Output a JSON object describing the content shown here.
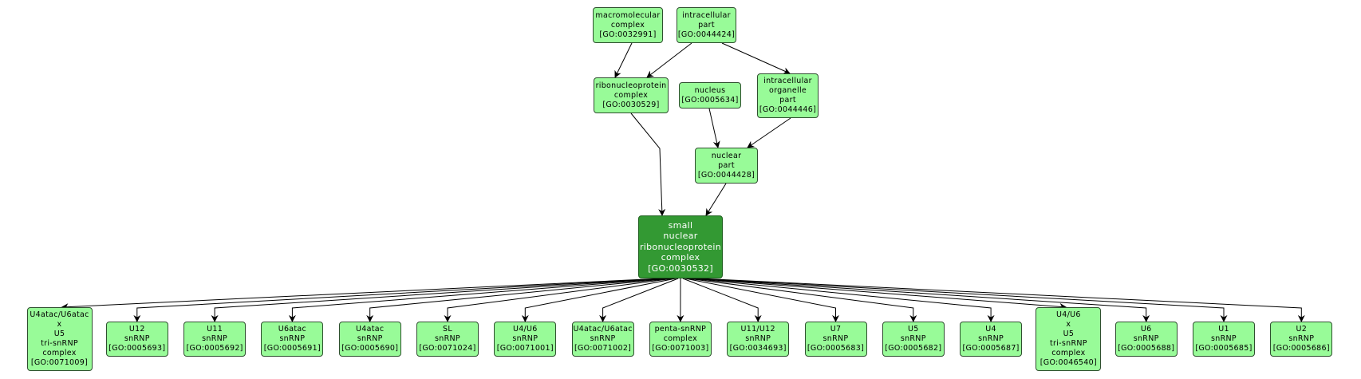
{
  "diagram": {
    "type": "GO term hierarchy",
    "colors": {
      "node_fill": "#98fb98",
      "focus_fill": "#339933",
      "edge": "#000000"
    },
    "nodes": [
      {
        "id": "GO:0032991",
        "lines": [
          "macromolecular",
          "complex",
          "[GO:0032991]"
        ],
        "focus": false
      },
      {
        "id": "GO:0044424",
        "lines": [
          "intracellular",
          "part",
          "[GO:0044424]"
        ],
        "focus": false
      },
      {
        "id": "GO:0030529",
        "lines": [
          "ribonucleoprotein",
          "complex",
          "[GO:0030529]"
        ],
        "focus": false
      },
      {
        "id": "GO:0005634",
        "lines": [
          "nucleus",
          "[GO:0005634]"
        ],
        "focus": false
      },
      {
        "id": "GO:0044446",
        "lines": [
          "intracellular",
          "organelle",
          "part",
          "[GO:0044446]"
        ],
        "focus": false
      },
      {
        "id": "GO:0044428",
        "lines": [
          "nuclear",
          "part",
          "[GO:0044428]"
        ],
        "focus": false
      },
      {
        "id": "GO:0030532",
        "lines": [
          "small",
          "nuclear",
          "ribonucleoprotein",
          "complex",
          "[GO:0030532]"
        ],
        "focus": true
      },
      {
        "id": "GO:0071009",
        "lines": [
          "U4atac/U6atac",
          "x",
          "U5",
          "tri-snRNP",
          "complex",
          "[GO:0071009]"
        ],
        "focus": false
      },
      {
        "id": "GO:0005693",
        "lines": [
          "U12",
          "snRNP",
          "[GO:0005693]"
        ],
        "focus": false
      },
      {
        "id": "GO:0005692",
        "lines": [
          "U11",
          "snRNP",
          "[GO:0005692]"
        ],
        "focus": false
      },
      {
        "id": "GO:0005691",
        "lines": [
          "U6atac",
          "snRNP",
          "[GO:0005691]"
        ],
        "focus": false
      },
      {
        "id": "GO:0005690",
        "lines": [
          "U4atac",
          "snRNP",
          "[GO:0005690]"
        ],
        "focus": false
      },
      {
        "id": "GO:0071024",
        "lines": [
          "SL",
          "snRNP",
          "[GO:0071024]"
        ],
        "focus": false
      },
      {
        "id": "GO:0071001",
        "lines": [
          "U4/U6",
          "snRNP",
          "[GO:0071001]"
        ],
        "focus": false
      },
      {
        "id": "GO:0071002",
        "lines": [
          "U4atac/U6atac",
          "snRNP",
          "[GO:0071002]"
        ],
        "focus": false
      },
      {
        "id": "GO:0071003",
        "lines": [
          "penta-snRNP",
          "complex",
          "[GO:0071003]"
        ],
        "focus": false
      },
      {
        "id": "GO:0034693",
        "lines": [
          "U11/U12",
          "snRNP",
          "[GO:0034693]"
        ],
        "focus": false
      },
      {
        "id": "GO:0005683",
        "lines": [
          "U7",
          "snRNP",
          "[GO:0005683]"
        ],
        "focus": false
      },
      {
        "id": "GO:0005682",
        "lines": [
          "U5",
          "snRNP",
          "[GO:0005682]"
        ],
        "focus": false
      },
      {
        "id": "GO:0005687",
        "lines": [
          "U4",
          "snRNP",
          "[GO:0005687]"
        ],
        "focus": false
      },
      {
        "id": "GO:0046540",
        "lines": [
          "U4/U6",
          "x",
          "U5",
          "tri-snRNP",
          "complex",
          "[GO:0046540]"
        ],
        "focus": false
      },
      {
        "id": "GO:0005688",
        "lines": [
          "U6",
          "snRNP",
          "[GO:0005688]"
        ],
        "focus": false
      },
      {
        "id": "GO:0005685",
        "lines": [
          "U1",
          "snRNP",
          "[GO:0005685]"
        ],
        "focus": false
      },
      {
        "id": "GO:0005686",
        "lines": [
          "U2",
          "snRNP",
          "[GO:0005686]"
        ],
        "focus": false
      }
    ],
    "edges": [
      {
        "from": "GO:0032991",
        "to": "GO:0030529"
      },
      {
        "from": "GO:0044424",
        "to": "GO:0030529"
      },
      {
        "from": "GO:0044424",
        "to": "GO:0044446"
      },
      {
        "from": "GO:0005634",
        "to": "GO:0044428"
      },
      {
        "from": "GO:0044446",
        "to": "GO:0044428"
      },
      {
        "from": "GO:0030529",
        "to": "GO:0030532"
      },
      {
        "from": "GO:0044428",
        "to": "GO:0030532"
      },
      {
        "from": "GO:0030532",
        "to": "GO:0071009"
      },
      {
        "from": "GO:0030532",
        "to": "GO:0005693"
      },
      {
        "from": "GO:0030532",
        "to": "GO:0005692"
      },
      {
        "from": "GO:0030532",
        "to": "GO:0005691"
      },
      {
        "from": "GO:0030532",
        "to": "GO:0005690"
      },
      {
        "from": "GO:0030532",
        "to": "GO:0071024"
      },
      {
        "from": "GO:0030532",
        "to": "GO:0071001"
      },
      {
        "from": "GO:0030532",
        "to": "GO:0071002"
      },
      {
        "from": "GO:0030532",
        "to": "GO:0071003"
      },
      {
        "from": "GO:0030532",
        "to": "GO:0034693"
      },
      {
        "from": "GO:0030532",
        "to": "GO:0005683"
      },
      {
        "from": "GO:0030532",
        "to": "GO:0005682"
      },
      {
        "from": "GO:0030532",
        "to": "GO:0005687"
      },
      {
        "from": "GO:0030532",
        "to": "GO:0046540"
      },
      {
        "from": "GO:0030532",
        "to": "GO:0005688"
      },
      {
        "from": "GO:0030532",
        "to": "GO:0005685"
      },
      {
        "from": "GO:0030532",
        "to": "GO:0005686"
      }
    ]
  }
}
